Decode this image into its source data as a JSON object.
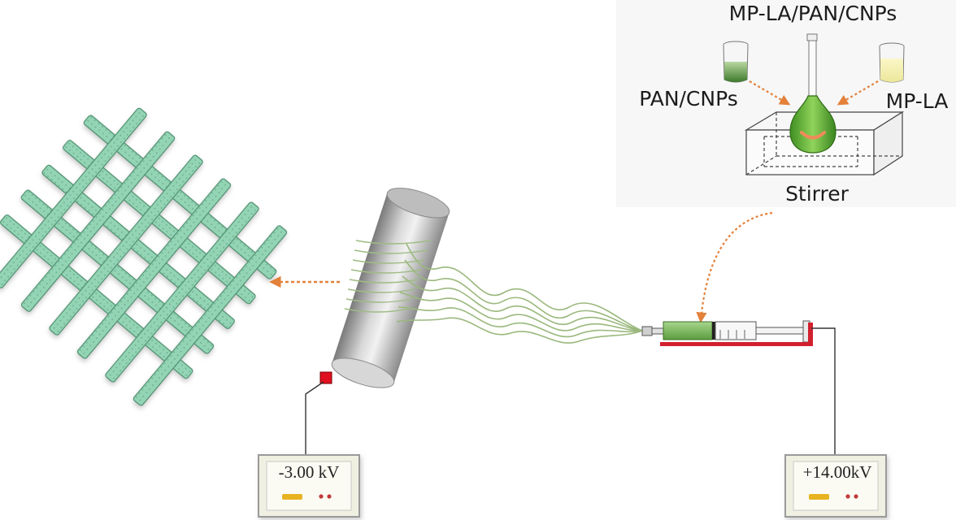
{
  "labels": {
    "mixture": "MP-LA/PAN/CNPs",
    "left_beaker": "PAN/CNPs",
    "right_beaker": "MP-LA",
    "stirrer": "Stirrer"
  },
  "power_supplies": {
    "collector_voltage": "-3.00 kV",
    "syringe_voltage": "+14.00kV"
  },
  "icons": {
    "fiber_mesh": "fiber-mesh-icon",
    "drum": "rotating-drum-icon",
    "syringe": "syringe-icon",
    "flask": "volumetric-flask-icon",
    "beaker": "beaker-icon"
  },
  "colors": {
    "fiber_green": "#8fd1b0",
    "solution_green": "#5fae3a",
    "arrow_orange": "#e3813a",
    "rail_red": "#d2202e",
    "electrode_red": "#e01020",
    "display_bg": "#f3f3e6",
    "indicator_yellow": "#e8b320",
    "indicator_red": "#c23a3a"
  }
}
